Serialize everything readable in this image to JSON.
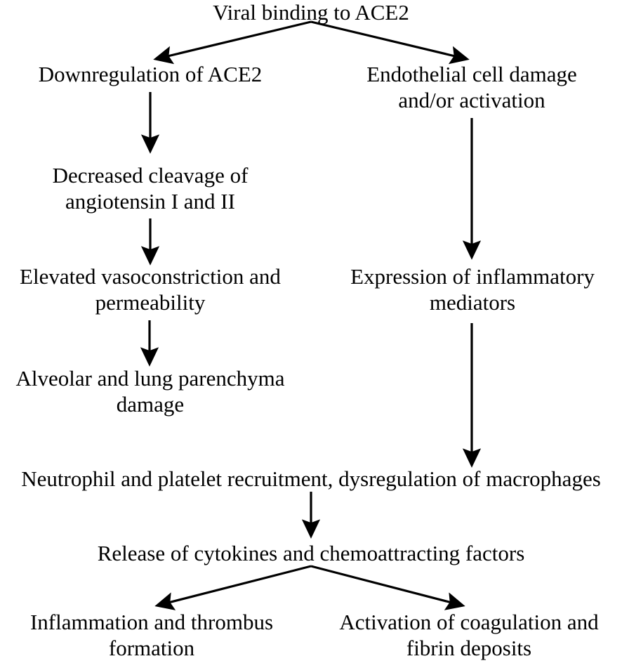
{
  "diagram": {
    "title": "COVID-19 ACE2 vascular and coagulation pathophysiology pathway",
    "background_color": "#ffffff",
    "stroke_color": "#000000",
    "nodes": {
      "root": "Viral binding to ACE2",
      "downregulation": "Downregulation of ACE2",
      "endothelial": "Endothelial cell damage\nand/or activation",
      "cleavage": "Decreased cleavage of\nangiotensin I and II",
      "elevated": "Elevated vasoconstriction and\npermeability",
      "expression": "Expression of inflammatory\nmediators",
      "alveolar": "Alveolar and lung parenchyma\ndamage",
      "neutrophil": "Neutrophil and platelet recruitment, dysregulation of macrophages",
      "release": "Release of cytokines and chemoattracting factors",
      "inflammation": "Inflammation and thrombus\nformation",
      "coagulation": "Activation of coagulation and\nfibrin deposits"
    },
    "edges": [
      {
        "name": "root-to-downregulation",
        "from": "root",
        "to": "downregulation",
        "style": "diagonal-left"
      },
      {
        "name": "root-to-endothelial",
        "from": "root",
        "to": "endothelial",
        "style": "diagonal-right"
      },
      {
        "name": "downregulation-to-cleavage",
        "from": "downregulation",
        "to": "cleavage",
        "style": "vertical"
      },
      {
        "name": "cleavage-to-elevated",
        "from": "cleavage",
        "to": "elevated",
        "style": "vertical"
      },
      {
        "name": "elevated-to-alveolar",
        "from": "elevated",
        "to": "alveolar",
        "style": "vertical"
      },
      {
        "name": "endothelial-to-expression",
        "from": "endothelial",
        "to": "expression",
        "style": "vertical"
      },
      {
        "name": "expression-to-neutrophil",
        "from": "expression",
        "to": "neutrophil",
        "style": "vertical"
      },
      {
        "name": "neutrophil-to-release",
        "from": "neutrophil",
        "to": "release",
        "style": "vertical"
      },
      {
        "name": "release-to-inflammation",
        "from": "release",
        "to": "inflammation",
        "style": "diagonal-left"
      },
      {
        "name": "release-to-coagulation",
        "from": "release",
        "to": "coagulation",
        "style": "diagonal-right"
      }
    ]
  }
}
